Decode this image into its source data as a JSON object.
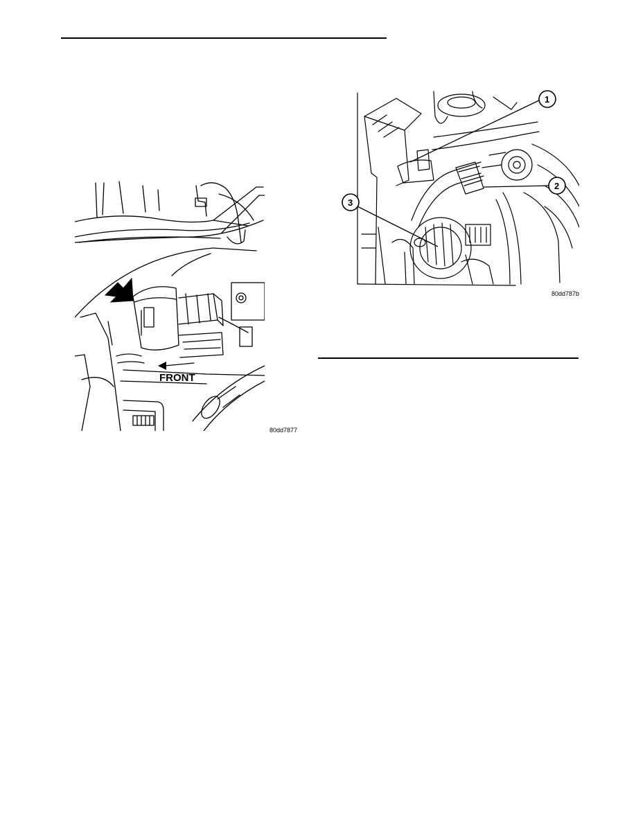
{
  "figure_left": {
    "label": "FRONT",
    "code": "80dd7877"
  },
  "figure_right": {
    "callouts": [
      "1",
      "2",
      "3"
    ],
    "code": "80dd787b"
  }
}
